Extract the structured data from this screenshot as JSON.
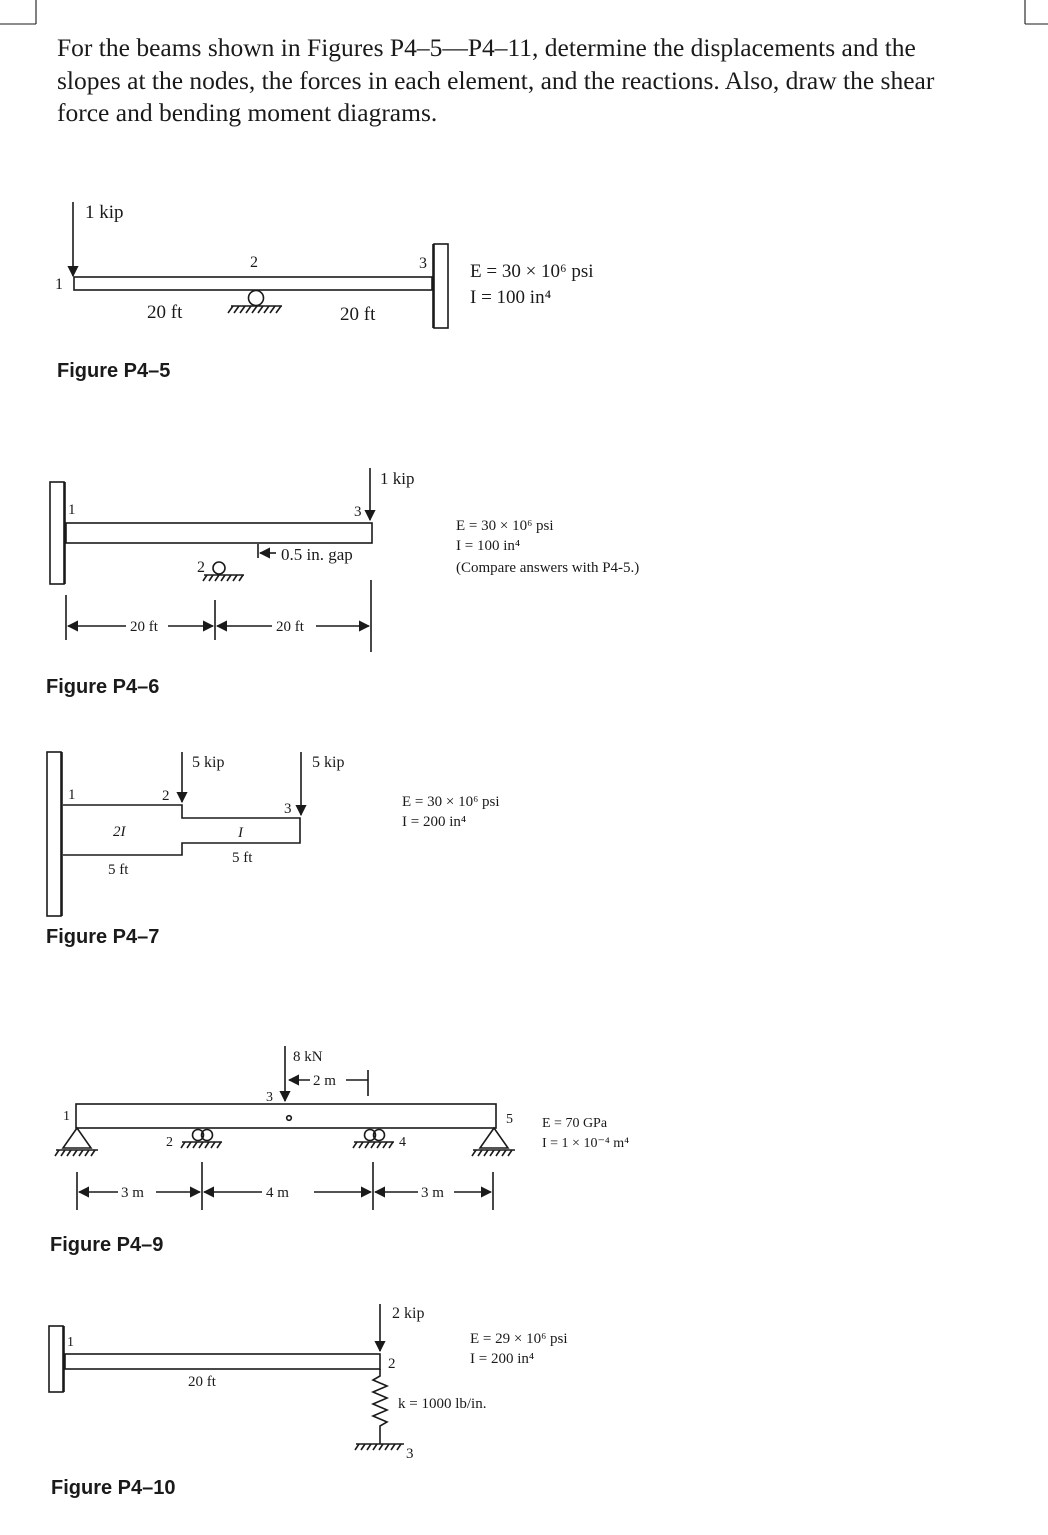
{
  "problem_text": [
    "For the beams shown in Figures P4–5—P4–11, determine the displacements and the",
    "slopes at the nodes, the forces in each element, and the reactions. Also, draw the shear",
    "force and bending moment diagrams."
  ],
  "figures": {
    "p4_5": {
      "caption": "Figure P4–5",
      "load": "1 kip",
      "nodes": [
        "1",
        "2",
        "3"
      ],
      "span_left": "20 ft",
      "span_right": "20 ft",
      "E": "E = 30 × 10⁶ psi",
      "I": "I = 100 in⁴"
    },
    "p4_6": {
      "caption": "Figure P4–6",
      "load": "1 kip",
      "nodes": [
        "1",
        "2",
        "3"
      ],
      "gap": "0.5 in. gap",
      "span_left": "20 ft",
      "span_right": "20 ft",
      "E": "E = 30 × 10⁶ psi",
      "I": "I = 100 in⁴",
      "note": "(Compare answers with P4-5.)"
    },
    "p4_7": {
      "caption": "Figure P4–7",
      "load_left": "5 kip",
      "load_right": "5 kip",
      "nodes": [
        "1",
        "2",
        "3"
      ],
      "inertia_left": "2I",
      "inertia_right": "I",
      "span_left": "5 ft",
      "span_right": "5 ft",
      "E": "E = 30 × 10⁶ psi",
      "I": "I = 200 in⁴"
    },
    "p4_9": {
      "caption": "Figure P4–9",
      "load": "8 kN",
      "load_offset": "2 m",
      "nodes": [
        "1",
        "2",
        "3",
        "4",
        "5"
      ],
      "span_1": "3 m",
      "span_2": "4 m",
      "span_3": "3 m",
      "E": "E = 70 GPa",
      "I": "I = 1 × 10⁻⁴ m⁴"
    },
    "p4_10": {
      "caption": "Figure P4–10",
      "load": "2 kip",
      "nodes": [
        "1",
        "2",
        "3"
      ],
      "span": "20 ft",
      "E": "E = 29 × 10⁶ psi",
      "I": "I = 200 in⁴",
      "k": "k = 1000 lb/in."
    }
  }
}
